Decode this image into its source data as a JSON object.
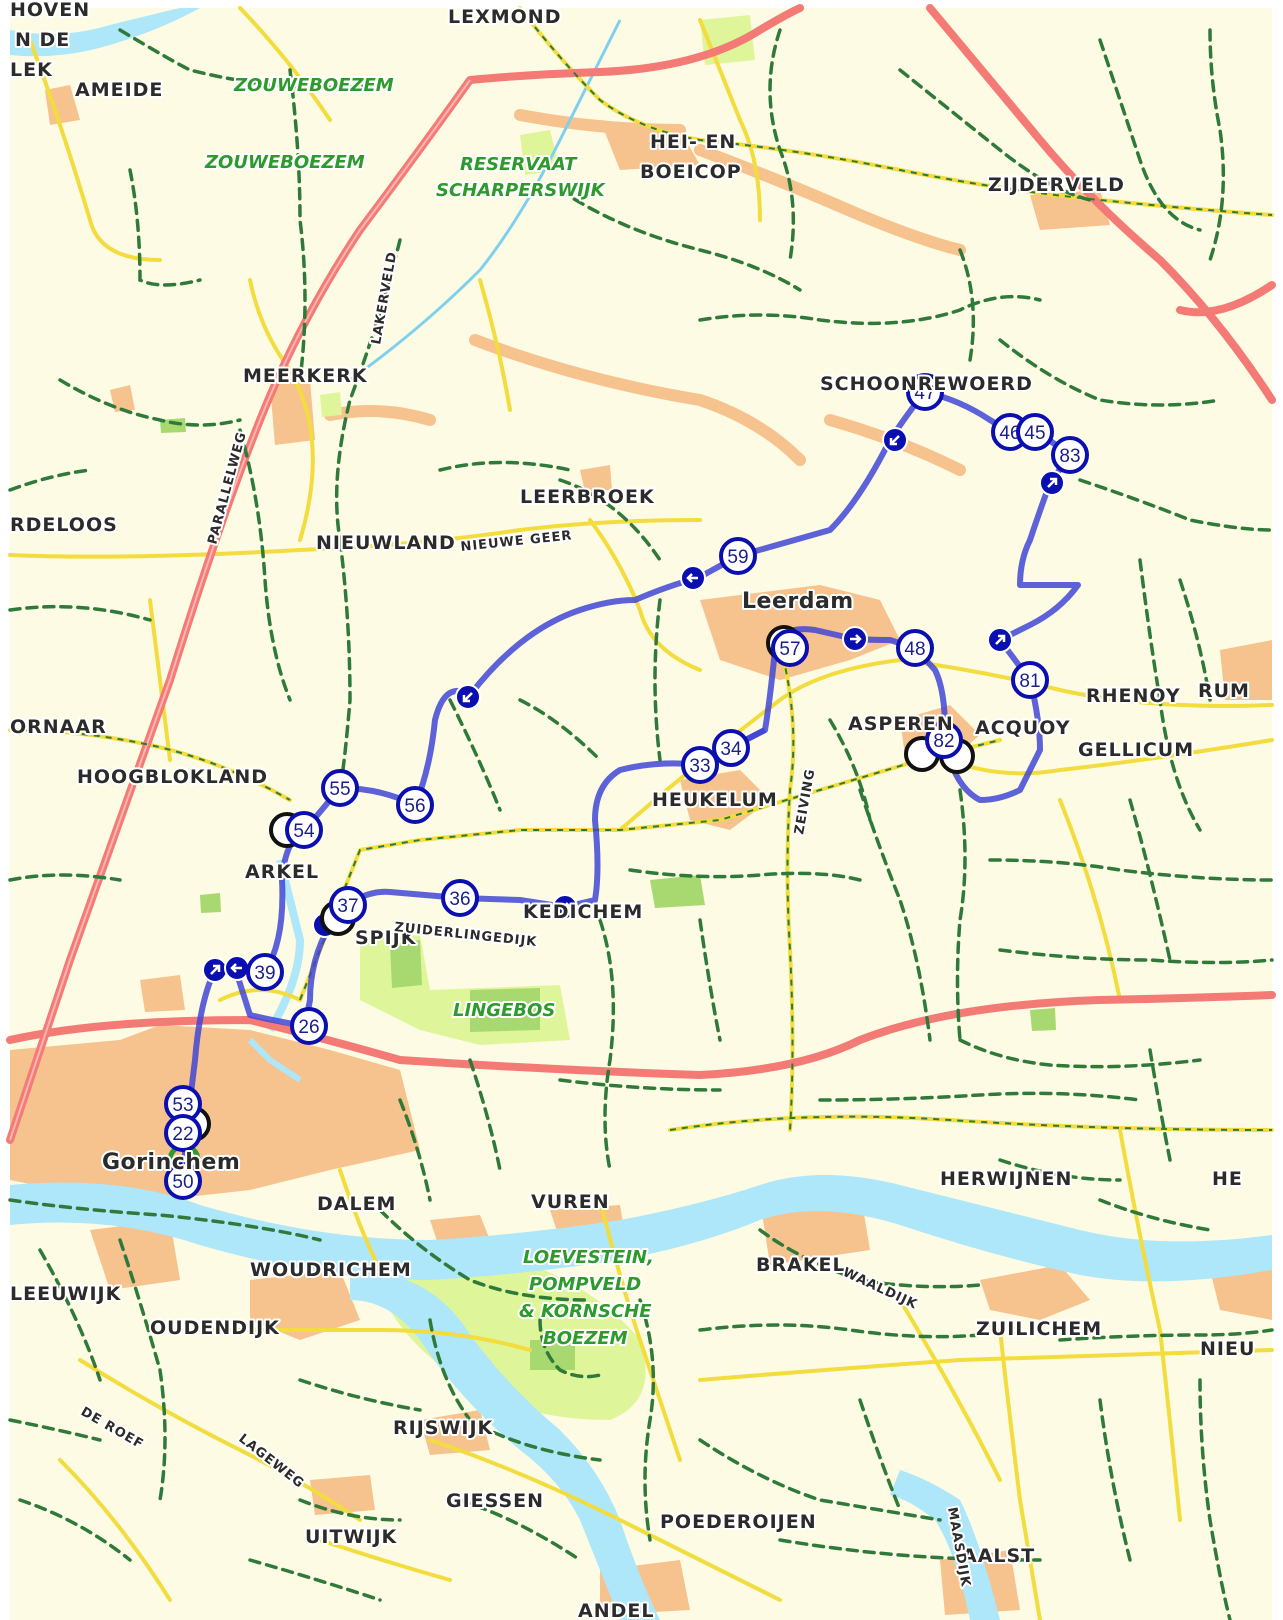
{
  "map": {
    "colors": {
      "land": "#fdfbe3",
      "built": "#f6c28e",
      "water": "#aee6fa",
      "nature": "#dff59a",
      "forest": "#a8d870",
      "motorway": "#f47a76",
      "road": "#f3dc3e",
      "path": "#2f7a3a",
      "route": "#4247d6",
      "node": "#0b0fb0"
    },
    "towns": [
      "LEXMOND",
      "AMEIDE",
      "HEI- EN",
      "BOEICOP",
      "ZIJDERVELD",
      "MEERKERK",
      "SCHOONREWOERD",
      "LEERBROEK",
      "NIEUWLAND",
      "Leerdam",
      "RHENOY",
      "ASPEREN",
      "ACQUOY",
      "GELLICUM",
      "HOOGBLOKLAND",
      "HEUKELUM",
      "ARKEL",
      "KEDICHEM",
      "SPIJK",
      "Gorinchem",
      "DALEM",
      "VUREN",
      "HERWIJNEN",
      "BRAKEL",
      "WOUDRICHEM",
      "OUDENDIJK",
      "ZUILICHEM",
      "RIJSWIJK",
      "GIESSEN",
      "POEDEROIJEN",
      "UITWIJK",
      "ANDEL",
      "AALST",
      "RUM",
      "NIEU",
      "HE",
      "RDELOOS",
      "ORNAAR",
      "LEEUWIJK",
      "N DE",
      "LEK",
      "HOVEN"
    ],
    "nature_areas": [
      "ZOUWEBOEZEM",
      "ZOUWEBOEZEM",
      "RESERVAAT",
      "SCHARPERSWIJK",
      "LINGEBOS",
      "LOEVESTEIN,",
      "POMPVELD",
      "& KORNSCHE",
      "BOEZEM"
    ],
    "road_names": [
      "PARALLELWEG",
      "LAKERVELD",
      "NIEUWE GEER",
      "ZUIDERLINGEDIJK",
      "ZEIVING",
      "WAALDIJK",
      "DE ROEF",
      "LAGEWEG",
      "MAASDIJK"
    ],
    "route_nodes": [
      {
        "id": "47"
      },
      {
        "id": "46"
      },
      {
        "id": "45"
      },
      {
        "id": "83"
      },
      {
        "id": "59"
      },
      {
        "id": "57"
      },
      {
        "id": "48"
      },
      {
        "id": "81"
      },
      {
        "id": "82"
      },
      {
        "id": "34"
      },
      {
        "id": "33"
      },
      {
        "id": "55"
      },
      {
        "id": "56"
      },
      {
        "id": "54"
      },
      {
        "id": "37"
      },
      {
        "id": "36"
      },
      {
        "id": "39"
      },
      {
        "id": "26"
      },
      {
        "id": "53"
      },
      {
        "id": "22"
      },
      {
        "id": "50"
      }
    ]
  }
}
